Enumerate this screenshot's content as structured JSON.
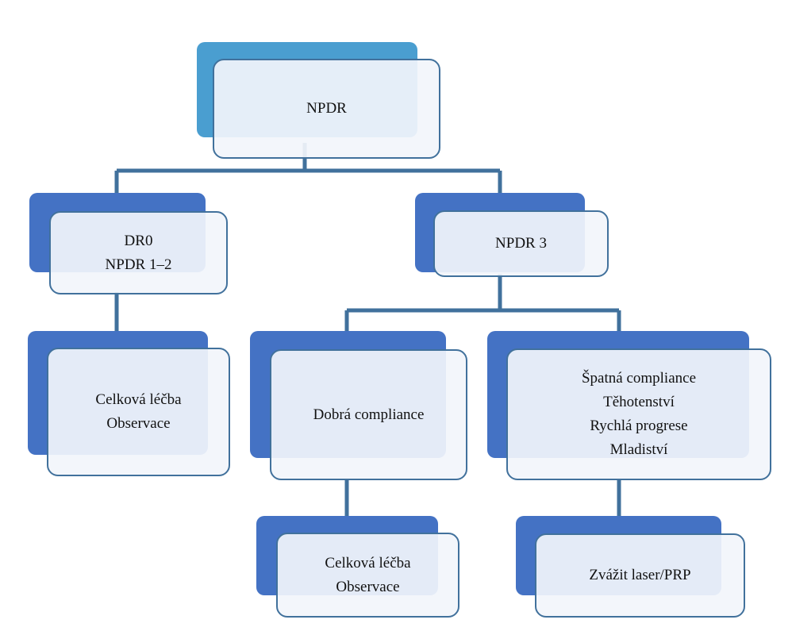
{
  "root": {
    "label": "NPDR"
  },
  "left": {
    "lines": [
      "DR0",
      "NPDR 1–2"
    ]
  },
  "left_child": {
    "lines": [
      "Celková léčba",
      "Observace"
    ]
  },
  "right": {
    "label": "NPDR 3"
  },
  "good": {
    "label": "Dobrá compliance"
  },
  "good_child": {
    "lines": [
      "Celková léčba",
      "Observace"
    ]
  },
  "bad": {
    "lines": [
      "Špatná compliance",
      "Těhotenství",
      "Rychlá progrese",
      "Mladiství"
    ]
  },
  "bad_child": {
    "label": "Zvážit laser/PRP"
  },
  "colors": {
    "shadow": "#4472c4",
    "shadow_root": "#4a9ed0",
    "line": "#41719c",
    "card": "#f2f5fb"
  }
}
